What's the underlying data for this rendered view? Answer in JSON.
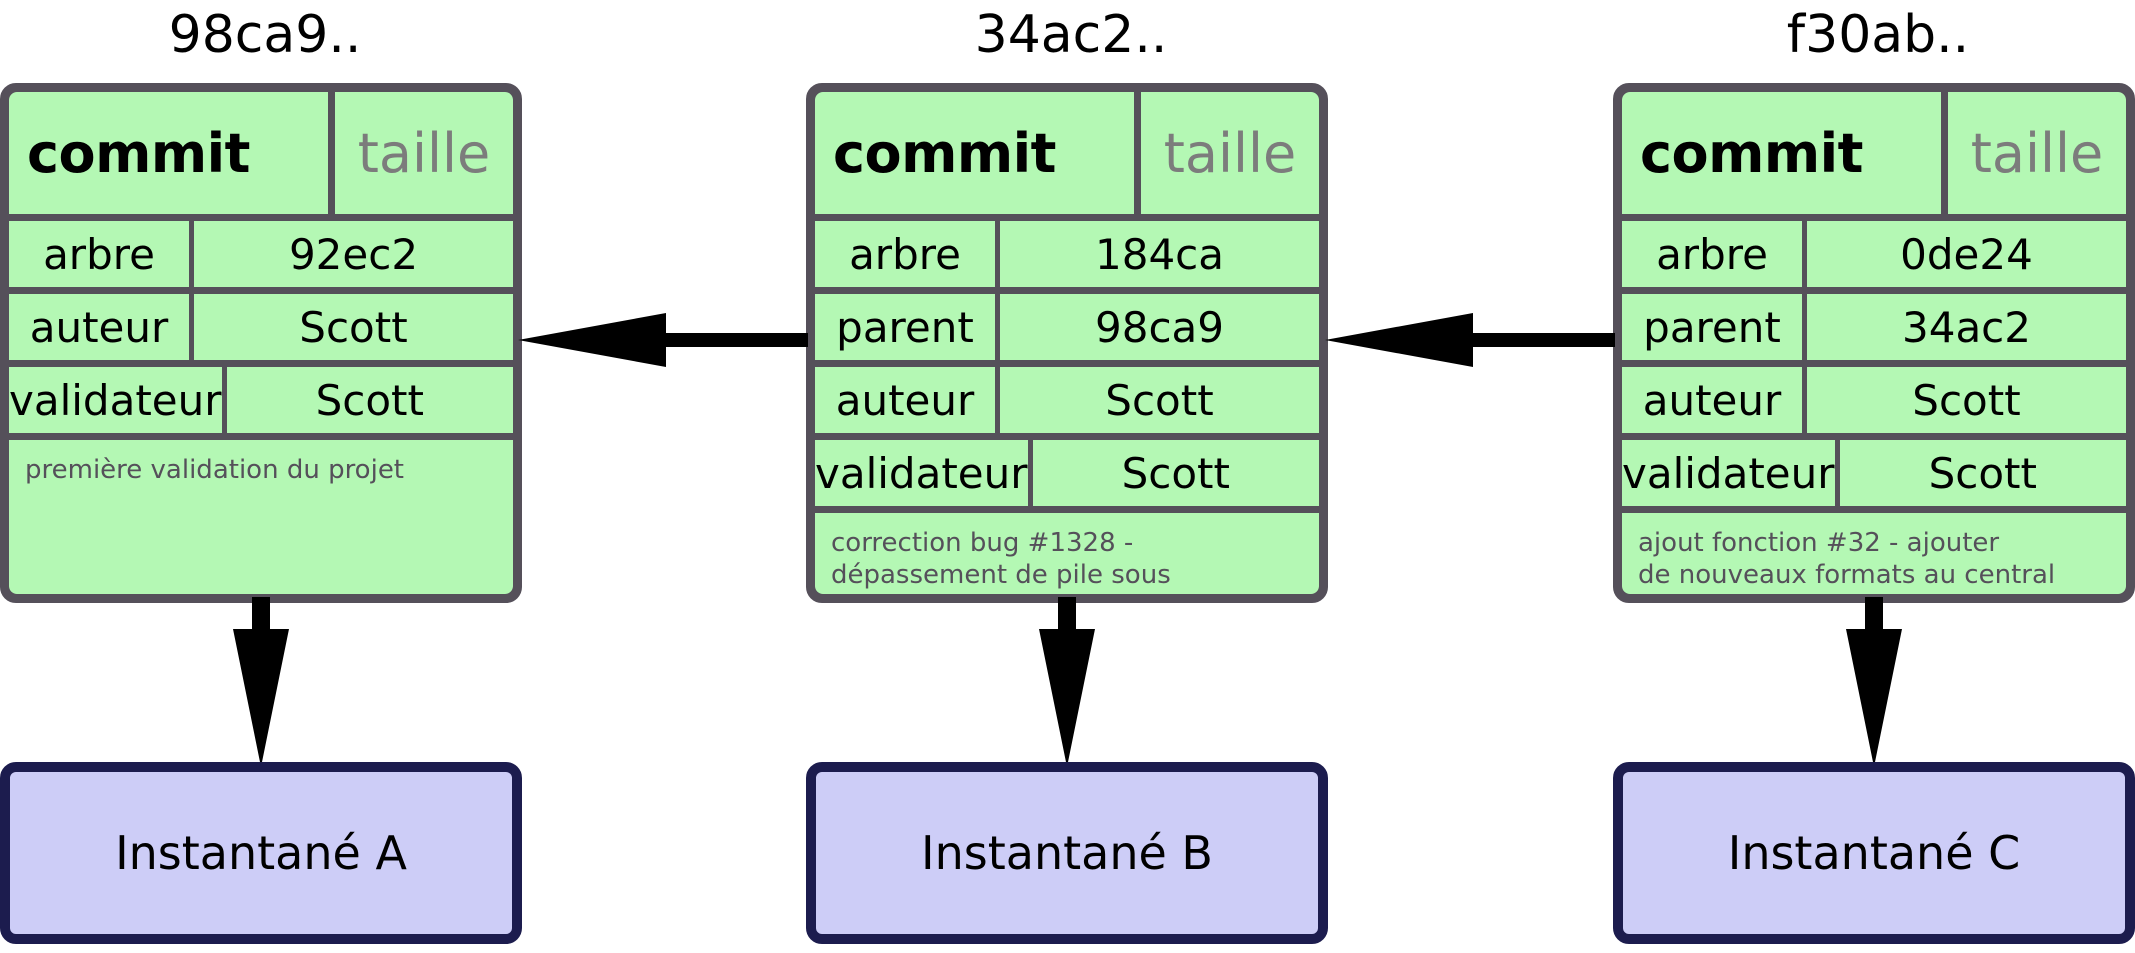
{
  "diagram": {
    "kind": "git-commit-chain",
    "colors": {
      "commit_fill": "#b4f8b4",
      "commit_border": "#55505a",
      "snapshot_fill": "#cdcdf7",
      "snapshot_border": "#1c1c4e",
      "arrow": "#000000",
      "muted_text": "#7c7c7c",
      "message_text": "#55505a",
      "background": "#ffffff"
    },
    "header_labels": {
      "type": "commit",
      "size": "taille"
    },
    "commits": [
      {
        "title": "98ca9..",
        "type_label": "commit",
        "size_label": "taille",
        "fields": [
          {
            "key": "arbre",
            "value": "92ec2"
          },
          {
            "key": "auteur",
            "value": "Scott"
          },
          {
            "key": "validateur",
            "value": "Scott"
          }
        ],
        "message": "première validation du projet",
        "snapshot": "Instantané A"
      },
      {
        "title": "34ac2..",
        "type_label": "commit",
        "size_label": "taille",
        "fields": [
          {
            "key": "arbre",
            "value": "184ca"
          },
          {
            "key": "parent",
            "value": "98ca9"
          },
          {
            "key": "auteur",
            "value": "Scott"
          },
          {
            "key": "validateur",
            "value": "Scott"
          }
        ],
        "message": "correction bug #1328 -\ndépassement de pile sous",
        "snapshot": "Instantané B"
      },
      {
        "title": "f30ab..",
        "type_label": "commit",
        "size_label": "taille",
        "fields": [
          {
            "key": "arbre",
            "value": "0de24"
          },
          {
            "key": "parent",
            "value": "34ac2"
          },
          {
            "key": "auteur",
            "value": "Scott"
          },
          {
            "key": "validateur",
            "value": "Scott"
          }
        ],
        "message": "ajout fonction #32 - ajouter\nde nouveaux formats au central",
        "snapshot": "Instantané C"
      }
    ],
    "arrows": {
      "parent_links": [
        {
          "from": "34ac2..",
          "to": "98ca9.."
        },
        {
          "from": "f30ab..",
          "to": "34ac2.."
        }
      ],
      "snapshot_links": [
        {
          "from": "98ca9..",
          "to": "Instantané A"
        },
        {
          "from": "34ac2..",
          "to": "Instantané B"
        },
        {
          "from": "f30ab..",
          "to": "Instantané C"
        }
      ]
    }
  }
}
